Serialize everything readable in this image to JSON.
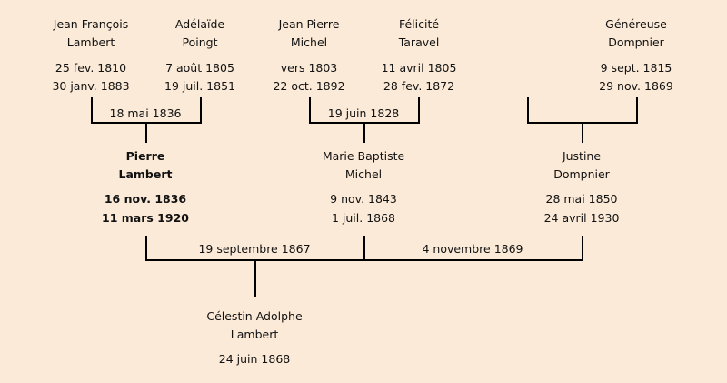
{
  "grandparents": [
    {
      "first": "Jean François",
      "last": "Lambert",
      "birth": "25 fev. 1810",
      "death": "30 janv. 1883"
    },
    {
      "first": "Adélaïde",
      "last": "Poingt",
      "birth": "7 août 1805",
      "death": "19 juil. 1851"
    },
    {
      "first": "Jean Pierre",
      "last": "Michel",
      "birth": "vers 1803",
      "death": "22 oct. 1892"
    },
    {
      "first": "Félicité",
      "last": "Taravel",
      "birth": "11 avril 1805",
      "death": "28 fev. 1872"
    },
    {
      "first": "Généreuse",
      "last": "Dompnier",
      "birth": "9 sept. 1815",
      "death": "29 nov. 1869"
    }
  ],
  "grandparent_marriages": [
    "18 mai 1836",
    "19 juin 1828"
  ],
  "parents": [
    {
      "first": "Pierre",
      "last": "Lambert",
      "birth": "16 nov. 1836",
      "death": "11 mars 1920"
    },
    {
      "first": "Marie Baptiste",
      "last": "Michel",
      "birth": "9 nov. 1843",
      "death": "1 juil. 1868"
    },
    {
      "first": "Justine",
      "last": "Dompnier",
      "birth": "28 mai 1850",
      "death": "24 avril 1930"
    }
  ],
  "parent_marriages": [
    "19 septembre 1867",
    "4 novembre 1869"
  ],
  "child": {
    "first": "Célestin Adolphe",
    "last": "Lambert",
    "birth": "24 juin 1868"
  }
}
